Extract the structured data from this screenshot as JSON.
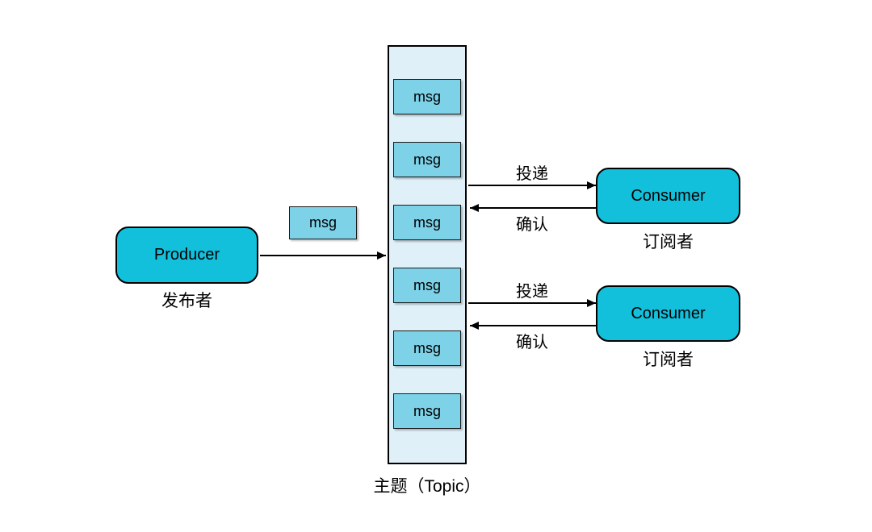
{
  "diagram": {
    "producer": {
      "label": "Producer",
      "caption": "发布者"
    },
    "floating_msg": "msg",
    "producer_arrow": {
      "direction": "right"
    },
    "topic": {
      "caption": "主题（Topic）",
      "messages": [
        "msg",
        "msg",
        "msg",
        "msg",
        "msg",
        "msg"
      ]
    },
    "consumers": [
      {
        "label": "Consumer",
        "caption": "订阅者",
        "deliver_label": "投递",
        "ack_label": "确认"
      },
      {
        "label": "Consumer",
        "caption": "订阅者",
        "deliver_label": "投递",
        "ack_label": "确认"
      }
    ],
    "colors": {
      "node_fill": "#12c0dc",
      "msg_fill": "#7dd2e8",
      "topic_fill": "#dff0f8",
      "border": "#000000",
      "bg": "#ffffff"
    }
  }
}
